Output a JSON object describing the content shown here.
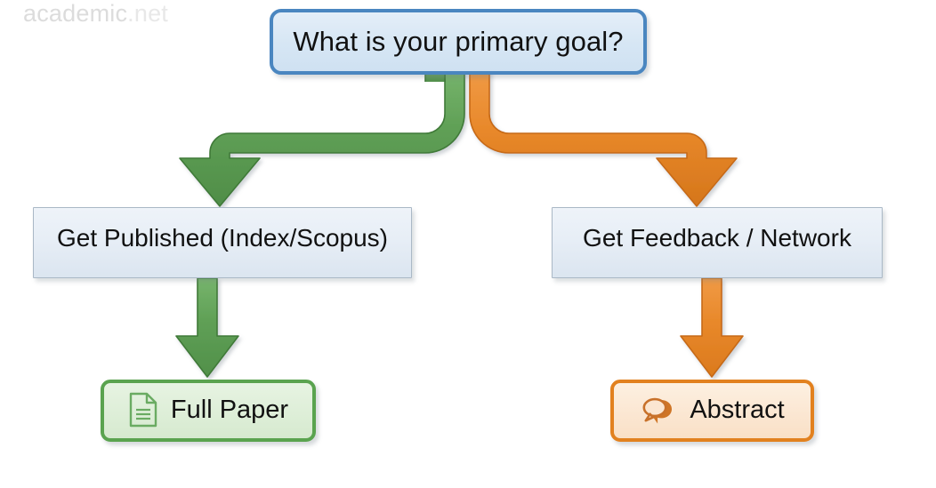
{
  "watermark": {
    "primary": "academic",
    "suffix": ".net"
  },
  "flowchart": {
    "type": "decision-tree",
    "root": {
      "id": "root",
      "label": "What is your primary goal?",
      "shape": "rounded-rectangle",
      "border_color": "#4a86c0",
      "fill_color": "#d6e6f4"
    },
    "branches": [
      {
        "id": "branch-publish",
        "color": "#5a9e52",
        "border_color": "#3f7a38",
        "direction": "left",
        "process": {
          "id": "published",
          "label": "Get Published (Index/Scopus)",
          "shape": "rectangle",
          "border_color": "#aab8c6",
          "fill_color": "#e7eef6"
        },
        "outcome": {
          "id": "fullpaper",
          "label": "Full Paper",
          "icon": "document-icon",
          "shape": "rounded-rectangle",
          "border_color": "#5aa34f",
          "fill_color": "#ddeed7",
          "icon_color": "#6aab62"
        }
      },
      {
        "id": "branch-feedback",
        "color": "#e8882a",
        "border_color": "#c66a18",
        "direction": "right",
        "process": {
          "id": "feedback",
          "label": "Get Feedback / Network",
          "shape": "rectangle",
          "border_color": "#aab8c6",
          "fill_color": "#e7eef6"
        },
        "outcome": {
          "id": "abstract",
          "label": "Abstract",
          "icon": "chat-bubbles-icon",
          "shape": "rounded-rectangle",
          "border_color": "#e2811f",
          "fill_color": "#fbe6d1",
          "icon_color": "#c8712a"
        }
      }
    ]
  }
}
